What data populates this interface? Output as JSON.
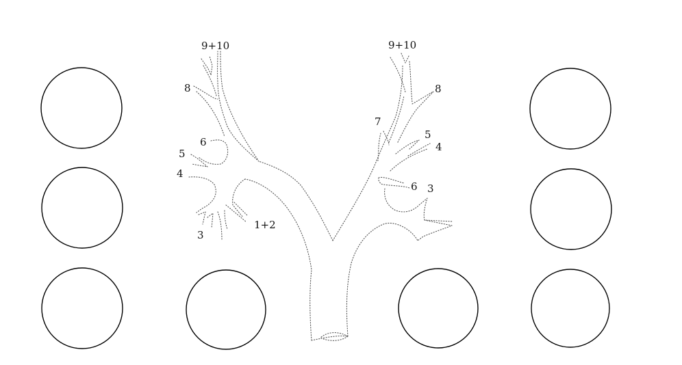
{
  "left_labels": {
    "seg_9_10": "9+10",
    "seg_8": "8",
    "seg_6": "6",
    "seg_5": "5",
    "seg_4": "4",
    "seg_3": "3",
    "seg_1_2": "1+2"
  },
  "right_labels": {
    "seg_9_10": "9+10",
    "seg_8": "8",
    "seg_7": "7",
    "seg_5": "5",
    "seg_4": "4",
    "seg_6": "6",
    "seg_3": "3"
  }
}
